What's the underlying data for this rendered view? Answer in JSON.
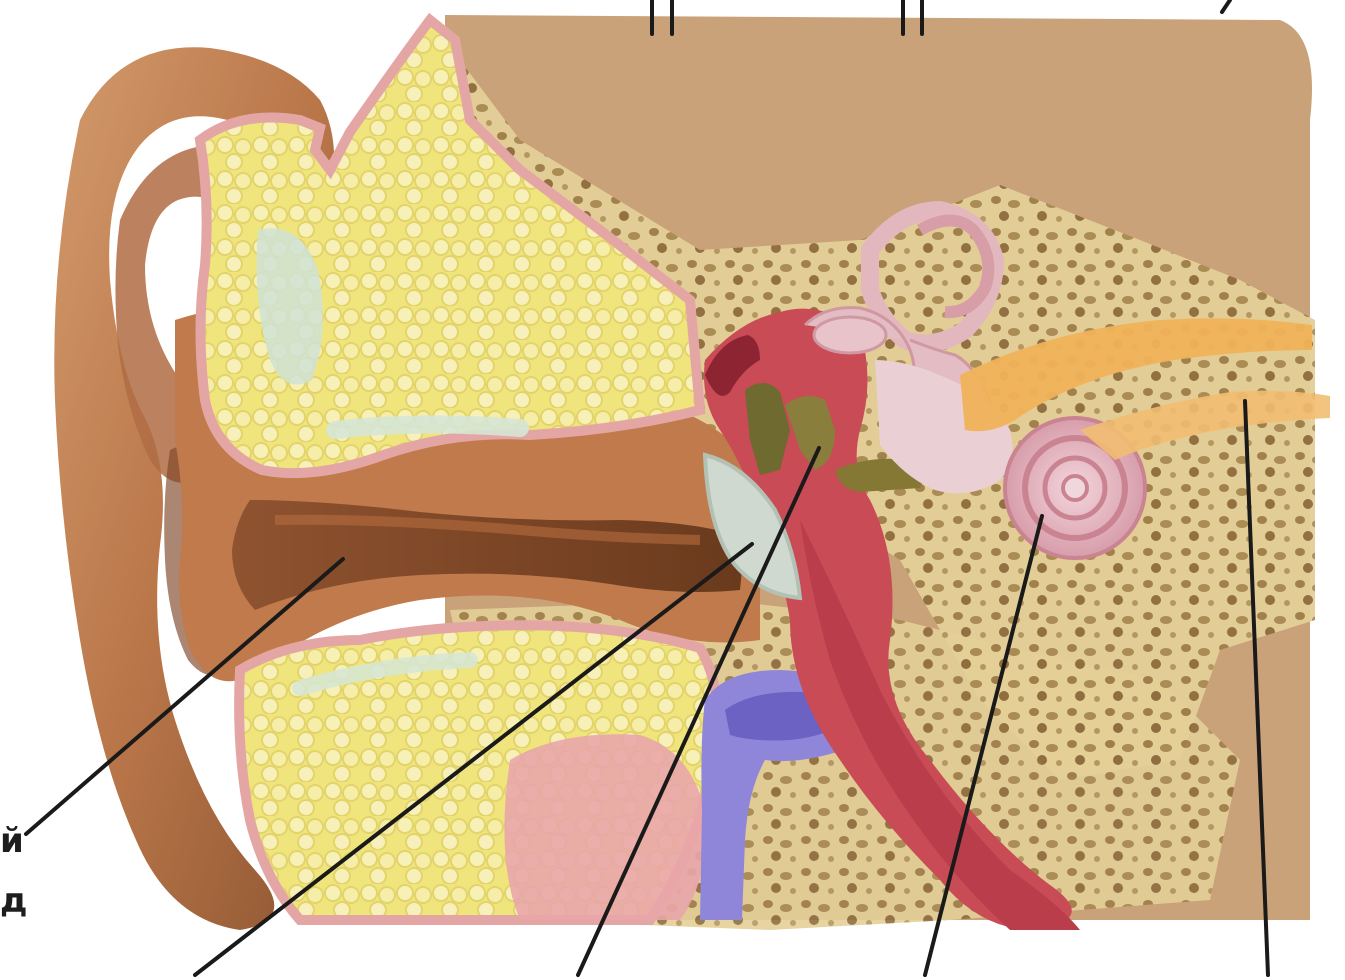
{
  "labels": {
    "left_fragment_1": "й",
    "left_fragment_2": "д"
  },
  "colors": {
    "skin": "#c98a5c",
    "skin_dark": "#8f5630",
    "canal": "#7a4422",
    "cartilage": "#f2eaa0",
    "cartilage_edge": "#e8a7a6",
    "bone": "#e7d4a0",
    "bone_pore": "#a88b52",
    "skull": "#c9a279",
    "middle_ear": "#c84b55",
    "tube": "#b93d4b",
    "labyrinth": "#e2b8be",
    "nerve": "#f0b25a",
    "vein": "#8f86da",
    "eardrum": "#cfd9d0",
    "leader": "#1a1a1a"
  },
  "icons": {
    "ear": "ear-anatomy-illustration"
  }
}
